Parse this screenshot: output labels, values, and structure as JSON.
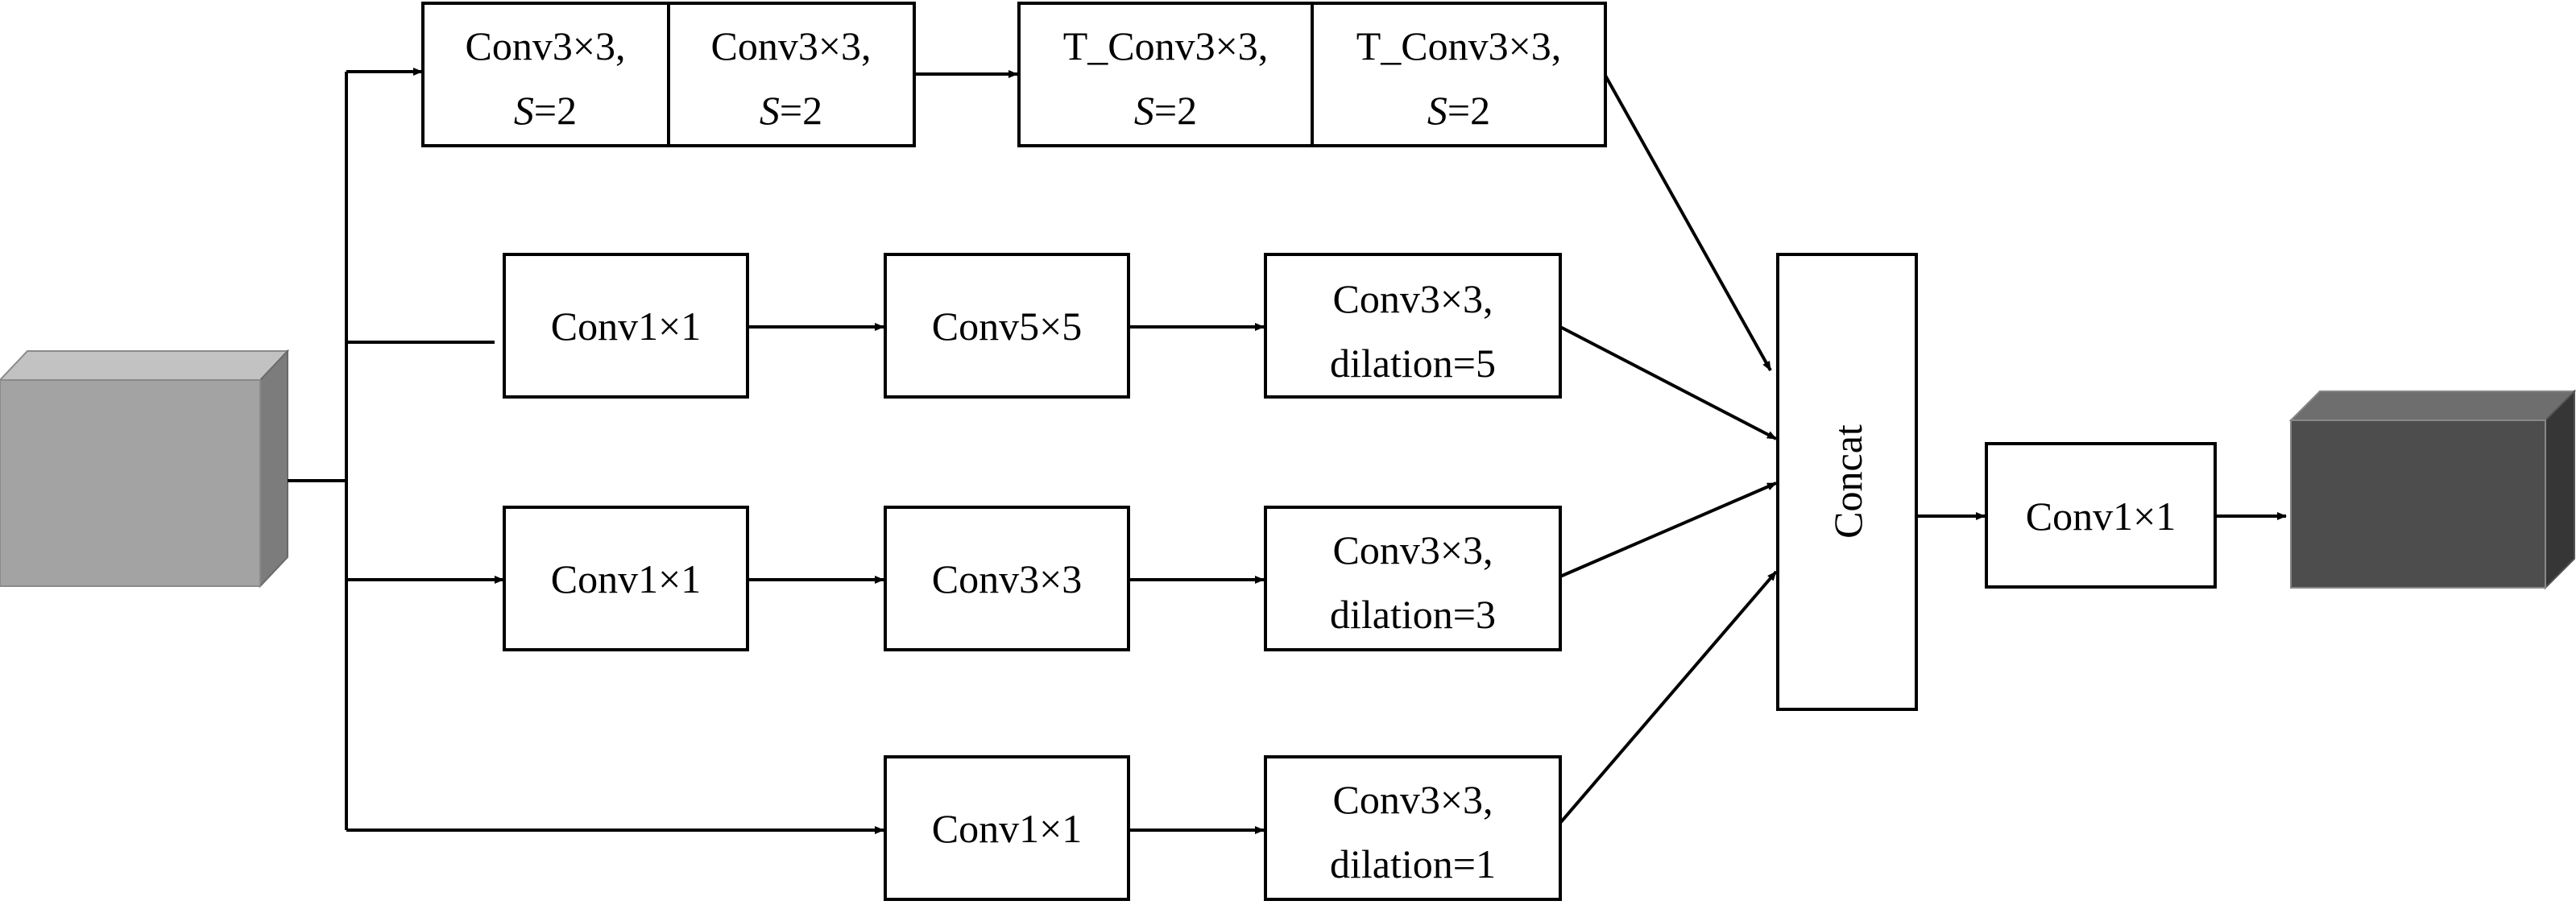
{
  "nodes": {
    "b1a": {
      "line1": "Conv3×3,",
      "line2_var": "S",
      "line2_rest": "=2"
    },
    "b1b": {
      "line1": "Conv3×3,",
      "line2_var": "S",
      "line2_rest": "=2"
    },
    "b1c": {
      "line1": "T_Conv3×3,",
      "line2_var": "S",
      "line2_rest": "=2"
    },
    "b1d": {
      "line1": "T_Conv3×3,",
      "line2_var": "S",
      "line2_rest": "=2"
    },
    "b2a": {
      "text": "Conv1×1"
    },
    "b2b": {
      "text": "Conv5×5"
    },
    "b2c": {
      "line1": "Conv3×3,",
      "line2": "dilation=5"
    },
    "b3a": {
      "text": "Conv1×1"
    },
    "b3b": {
      "text": "Conv3×3"
    },
    "b3c": {
      "line1": "Conv3×3,",
      "line2": "dilation=3"
    },
    "b4a": {
      "text": "Conv1×1"
    },
    "b4b": {
      "line1": "Conv3×3,",
      "line2": "dilation=1"
    },
    "concat": {
      "text": "Concat"
    },
    "final_conv": {
      "text": "Conv1×1"
    }
  },
  "colors": {
    "input_cube_front": "#a3a3a3",
    "input_cube_top": "#c2c2c2",
    "input_cube_side": "#7c7c7c",
    "output_cube_front": "#4d4d4d",
    "output_cube_top": "#6e6e6e",
    "output_cube_side": "#363636",
    "line": "#000000"
  }
}
